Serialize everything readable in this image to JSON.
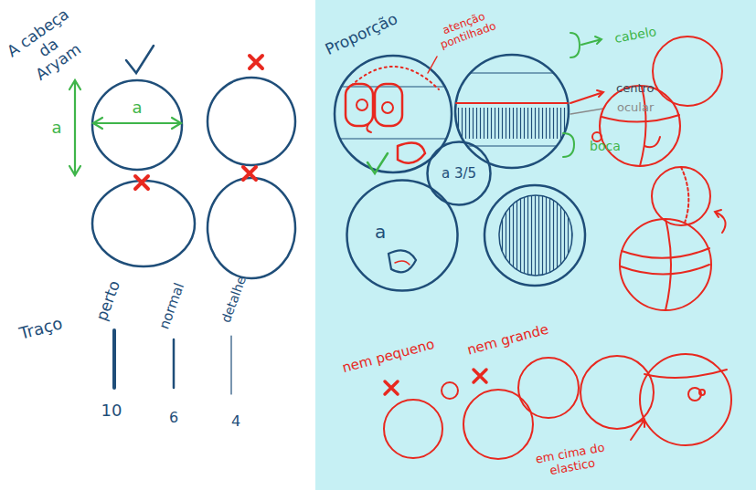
{
  "diagram": {
    "nodes": [
      {
        "text": [
          "a"
        ]
      },
      {
        "text": [
          "a 3/5"
        ]
      }
    ],
    "labels": [
      "A cabeça da Aryam",
      "a",
      "a",
      "Traço",
      "perto",
      "normal",
      "detalhe",
      "10",
      "6",
      "4",
      "Proporção",
      "atenção pontilhado",
      "cabelo",
      "centro",
      "ocular",
      "boca",
      "nem pequeno",
      "nem grande",
      "em cima do elastico"
    ]
  }
}
